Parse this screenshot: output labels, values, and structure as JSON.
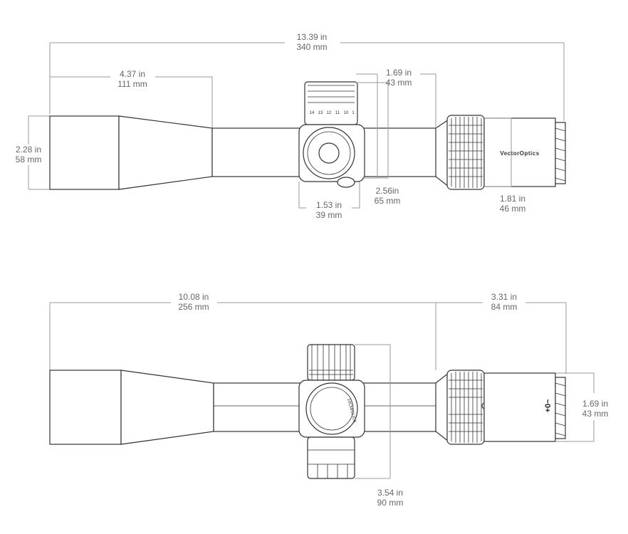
{
  "brand": "VectorOptics",
  "top_view": {
    "overall_length": {
      "in": "13.39 in",
      "mm": "340 mm"
    },
    "objective_length": {
      "in": "4.37 in",
      "mm": "111 mm"
    },
    "objective_diameter": {
      "in": "2.28 in",
      "mm": "58 mm"
    },
    "eyepiece_ring": {
      "in": "1.69 in",
      "mm": "43 mm"
    },
    "eyepiece_diameter": {
      "in": "1.81 in",
      "mm": "46 mm"
    },
    "turret_width": {
      "in": "1.53 in",
      "mm": "39 mm"
    },
    "turret_height": {
      "in": "2.56in",
      "mm": "65 mm"
    },
    "elevation_scale": [
      "14",
      "13",
      "12",
      "11",
      "10",
      "1"
    ]
  },
  "side_view": {
    "front_length": {
      "in": "10.08 in",
      "mm": "256 mm"
    },
    "rear_length": {
      "in": "3.31 in",
      "mm": "84 mm"
    },
    "eyepiece_diameter": {
      "in": "1.69 in",
      "mm": "43 mm"
    },
    "turret_height": {
      "in": "3.54 in",
      "mm": "90 mm"
    },
    "diopter_marks": "+0−",
    "parallax_text": "10CM/CLICK"
  }
}
